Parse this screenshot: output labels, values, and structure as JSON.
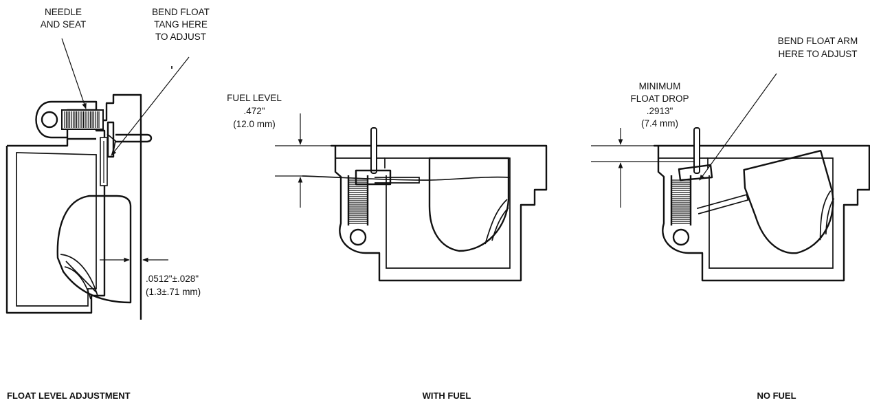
{
  "panels": [
    {
      "caption": "FLOAT LEVEL ADJUSTMENT",
      "labels": {
        "needle_l1": "NEEDLE",
        "needle_l2": "AND SEAT",
        "bend_l1": "BEND FLOAT",
        "bend_l2": "TANG HERE",
        "bend_l3": "TO ADJUST",
        "gap_l1": ".0512\"±.028\"",
        "gap_l2": "(1.3±.71 mm)"
      }
    },
    {
      "caption": "WITH FUEL",
      "labels": {
        "level_l1": "FUEL LEVEL",
        "level_l2": ".472\"",
        "level_l3": "(12.0 mm)"
      }
    },
    {
      "caption": "NO FUEL",
      "labels": {
        "bend_l1": "BEND FLOAT ARM",
        "bend_l2": "HERE TO ADJUST",
        "drop_l1": "MINIMUM",
        "drop_l2": "FLOAT DROP",
        "drop_l3": ".2913\"",
        "drop_l4": "(7.4 mm)"
      }
    }
  ],
  "icons": [
    "needle-seat-icon",
    "float-icon",
    "carburetor-bowl-icon"
  ]
}
